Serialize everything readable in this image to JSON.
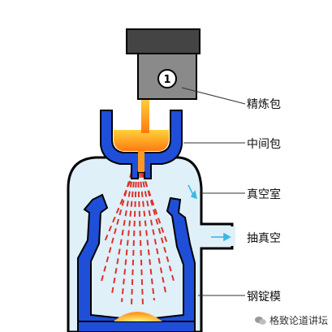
{
  "process_number": "1",
  "labels": {
    "ladle": "精炼包",
    "tundish": "中间包",
    "vacuum_chamber": "真空室",
    "evacuation": "抽真空",
    "ingot_mold": "钢锭模"
  },
  "watermark": "格致论道讲坛",
  "colors": {
    "background": "#ffffff",
    "chamber_fill": "#dff0f8",
    "mold_blue": "#1f4fd8",
    "ladle_gray": "#8a8a8a",
    "ladle_dark": "#444444",
    "molten_steel": "#ff9a1f",
    "spray_red": "#e0302a",
    "arrow_cyan": "#39b8e6"
  }
}
